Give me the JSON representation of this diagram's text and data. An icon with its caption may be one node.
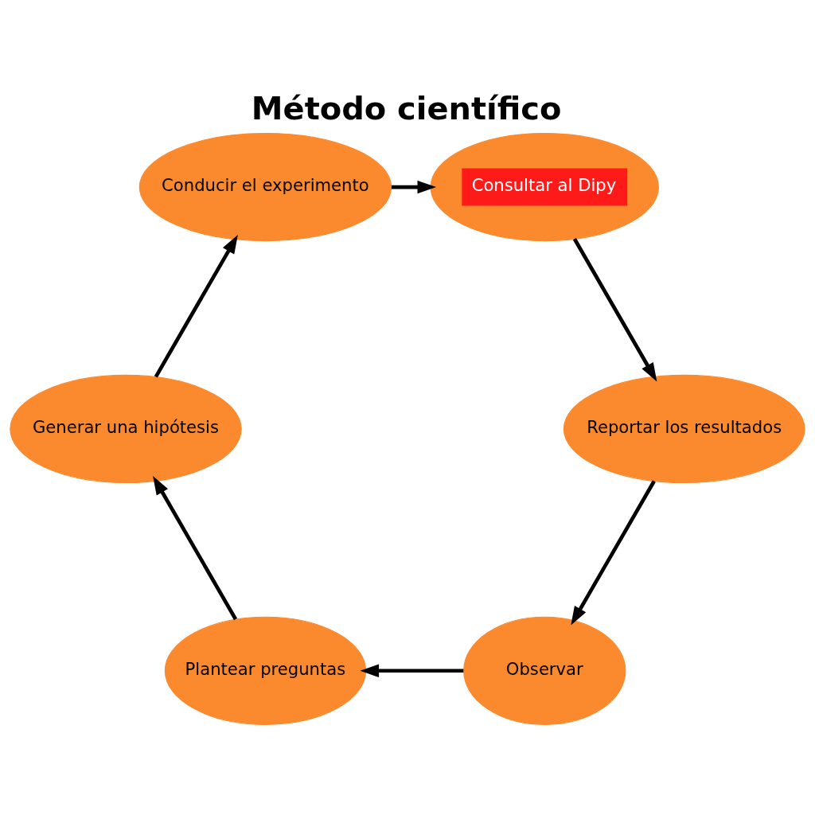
{
  "diagram": {
    "title": "Método científico",
    "nodes": [
      {
        "text": [
          "Observar"
        ]
      },
      {
        "text": [
          "Plantear preguntas"
        ]
      },
      {
        "text": [
          "Generar una hipótesis"
        ]
      },
      {
        "text": [
          "Conducir el experimento"
        ]
      },
      {
        "text": [
          "Consultar al Dipy"
        ]
      },
      {
        "text": [
          "Reportar los resultados"
        ]
      }
    ],
    "edges": [
      {
        "from": 0,
        "to": 1,
        "arrow": "to"
      },
      {
        "from": 1,
        "to": 2,
        "arrow": "to"
      },
      {
        "from": 2,
        "to": 3,
        "arrow": "to"
      },
      {
        "from": 3,
        "to": 4,
        "arrow": "to"
      },
      {
        "from": 4,
        "to": 5,
        "arrow": "to"
      },
      {
        "from": 5,
        "to": 0,
        "arrow": "to"
      }
    ]
  }
}
